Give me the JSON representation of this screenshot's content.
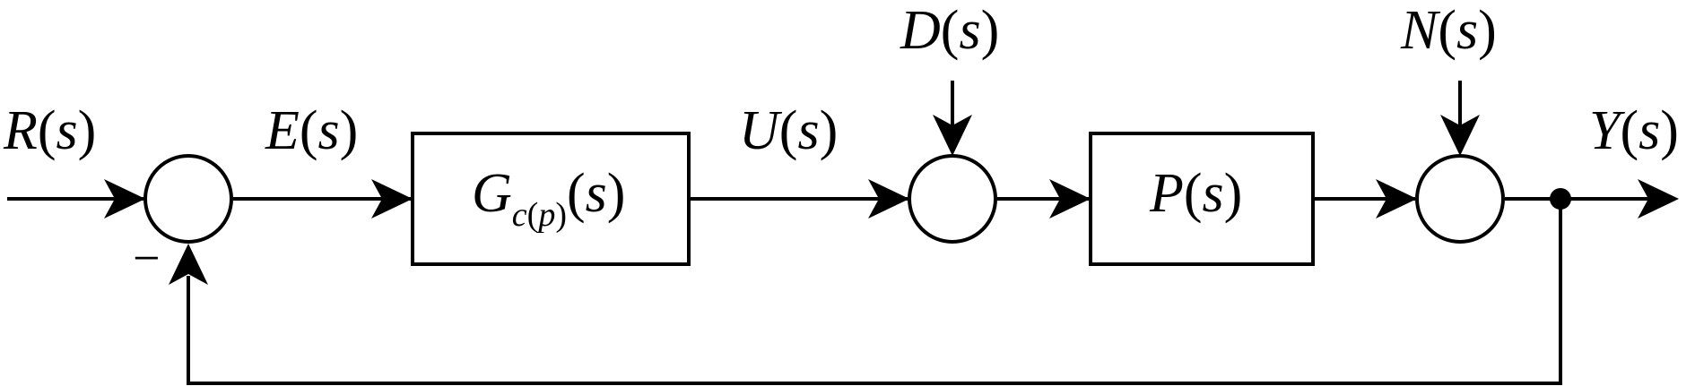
{
  "signals": {
    "reference": {
      "name": "R",
      "arg": "s"
    },
    "error": {
      "name": "E",
      "arg": "s"
    },
    "control": {
      "name": "U",
      "arg": "s"
    },
    "disturbance": {
      "name": "D",
      "arg": "s"
    },
    "noise": {
      "name": "N",
      "arg": "s"
    },
    "output": {
      "name": "Y",
      "arg": "s"
    }
  },
  "blocks": {
    "controller": {
      "name": "G",
      "subscript_letter": "c",
      "subscript_paren_arg": "p",
      "arg": "s"
    },
    "plant": {
      "name": "P",
      "arg": "s"
    }
  },
  "feedback_sign": "−"
}
